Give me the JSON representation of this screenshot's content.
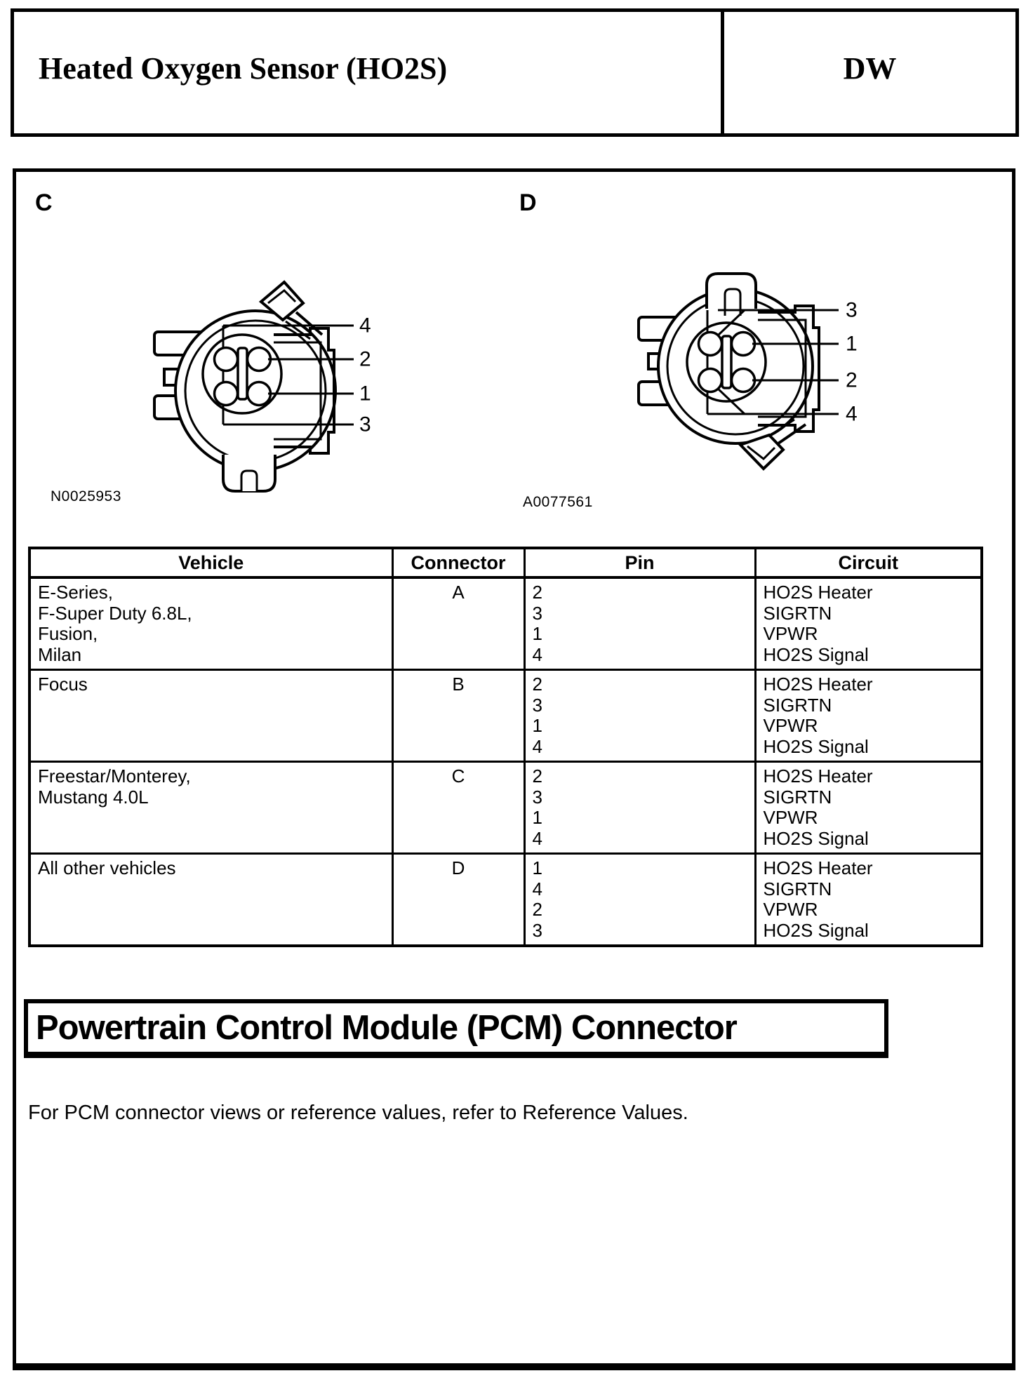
{
  "header": {
    "title": "Heated Oxygen Sensor (HO2S)",
    "section_code": "DW"
  },
  "figure_c": {
    "label": "C",
    "ref": "N0025953",
    "pin_labels": [
      "4",
      "2",
      "1",
      "3"
    ]
  },
  "figure_d": {
    "label": "D",
    "ref": "A0077561",
    "pin_labels": [
      "3",
      "1",
      "2",
      "4"
    ]
  },
  "table": {
    "headers": [
      "Vehicle",
      "Connector",
      "Pin",
      "Circuit"
    ],
    "rows": [
      {
        "vehicle_lines": [
          "E-Series,",
          "F-Super Duty 6.8L,",
          "Fusion,",
          "Milan"
        ],
        "connector": "A",
        "pins": [
          "2",
          "3",
          "1",
          "4"
        ],
        "circuits": [
          "HO2S Heater",
          "SIGRTN",
          "VPWR",
          "HO2S Signal"
        ]
      },
      {
        "vehicle_lines": [
          "Focus"
        ],
        "connector": "B",
        "pins": [
          "2",
          "3",
          "1",
          "4"
        ],
        "circuits": [
          "HO2S Heater",
          "SIGRTN",
          "VPWR",
          "HO2S Signal"
        ]
      },
      {
        "vehicle_lines": [
          "Freestar/Monterey,",
          "Mustang 4.0L"
        ],
        "connector": "C",
        "pins": [
          "2",
          "3",
          "1",
          "4"
        ],
        "circuits": [
          "HO2S Heater",
          "SIGRTN",
          "VPWR",
          "HO2S Signal"
        ]
      },
      {
        "vehicle_lines": [
          "All other vehicles"
        ],
        "connector": "D",
        "pins": [
          "1",
          "4",
          "2",
          "3"
        ],
        "circuits": [
          "HO2S Heater",
          "SIGRTN",
          "VPWR",
          "HO2S Signal"
        ]
      }
    ]
  },
  "pcm": {
    "heading": "Powertrain Control Module (PCM) Connector",
    "body": "For PCM connector views or reference values, refer to Reference Values."
  }
}
